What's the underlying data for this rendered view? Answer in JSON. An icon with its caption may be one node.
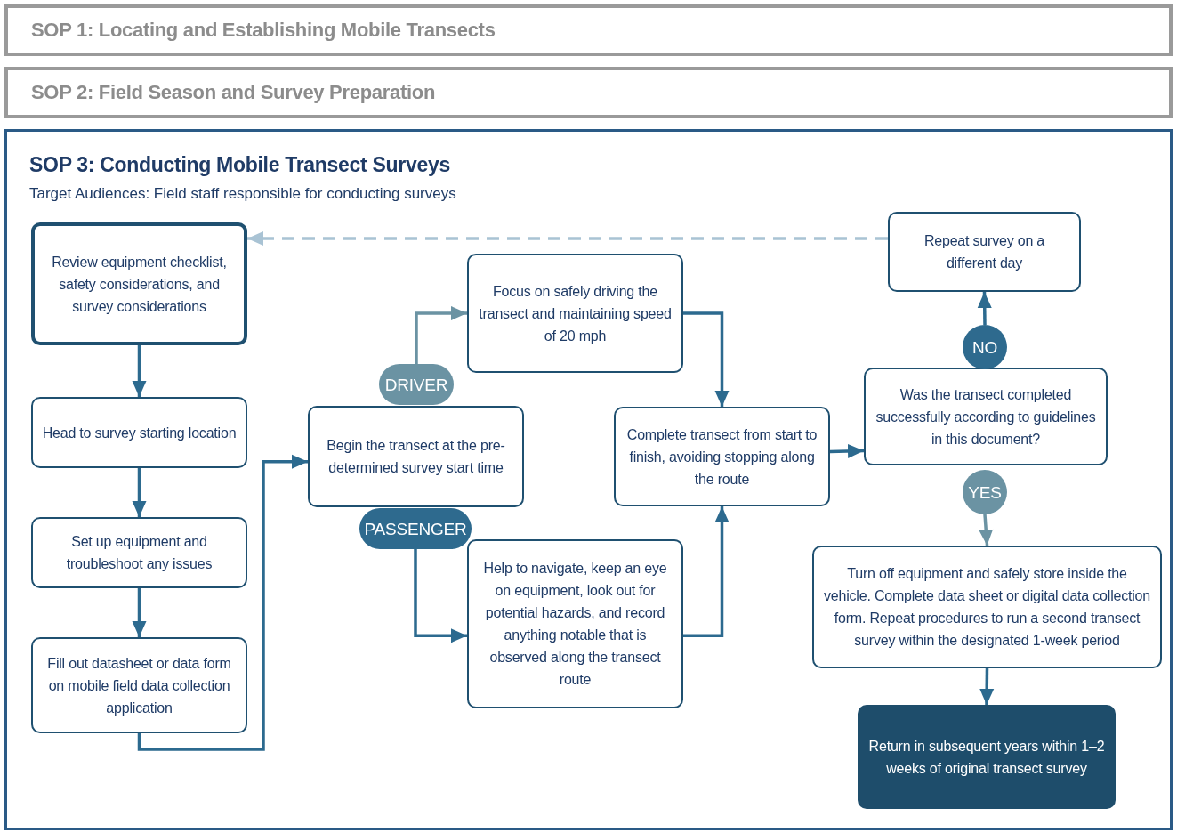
{
  "diagram": {
    "nodes": [
      {
        "text": [
          "SOP 1: Locating and Establishing Mobile Transects"
        ]
      },
      {
        "text": [
          "SOP 2: Field Season and Survey Preparation"
        ]
      },
      {
        "text": [
          "SOP 3: Conducting Mobile Transect Surveys",
          "Target Audiences: Field staff responsible for conducting surveys"
        ]
      },
      {
        "text": [
          "Review equipment checklist, safety considerations, and survey considerations"
        ],
        "in": 2
      },
      {
        "text": [
          "Head to survey starting location"
        ],
        "in": 2
      },
      {
        "text": [
          "Set up equipment and troubleshoot any issues"
        ],
        "in": 2
      },
      {
        "text": [
          "Fill out datasheet or data form on mobile field data collection application"
        ],
        "in": 2
      },
      {
        "text": [
          "Begin the transect at the pre-determined survey start time"
        ],
        "in": 2
      },
      {
        "text": [
          "DRIVER"
        ],
        "in": 2
      },
      {
        "text": [
          "PASSENGER"
        ],
        "in": 2
      },
      {
        "text": [
          "Focus on safely driving the transect and maintaining speed of 20 mph"
        ],
        "in": 2
      },
      {
        "text": [
          "Help to navigate, keep an eye on equipment, look out for potential hazards, and record anything notable that is observed along the transect route"
        ],
        "in": 2
      },
      {
        "text": [
          "Complete transect from start to finish, avoiding stopping along the route"
        ],
        "in": 2
      },
      {
        "text": [
          "Was the transect completed successfully according to guidelines in this document?"
        ],
        "in": 2
      },
      {
        "text": [
          "NO"
        ],
        "in": 2
      },
      {
        "text": [
          "Repeat survey on a different day"
        ],
        "in": 2
      },
      {
        "text": [
          "YES"
        ],
        "in": 2
      },
      {
        "text": [
          "Turn off equipment and safely store inside the vehicle. Complete data sheet or digital data collection form. Repeat procedures to run a second transect survey within the designated 1-week period"
        ],
        "in": 2
      },
      {
        "text": [
          "Return in subsequent years within 1–2 weeks of original transect survey"
        ],
        "in": 2
      }
    ],
    "edges": [
      {
        "from": 3,
        "to": 4,
        "arrow": "to"
      },
      {
        "from": 4,
        "to": 5,
        "arrow": "to"
      },
      {
        "from": 5,
        "to": 6,
        "arrow": "to"
      },
      {
        "from": 6,
        "to": 7,
        "arrow": "to"
      },
      {
        "from": 8,
        "to": 10,
        "arrow": "to",
        "color": "#6b93a3"
      },
      {
        "from": 9,
        "to": 11,
        "arrow": "to"
      },
      {
        "from": 10,
        "to": 12,
        "arrow": "to"
      },
      {
        "from": 11,
        "to": 12,
        "arrow": "to"
      },
      {
        "from": 12,
        "to": 13,
        "arrow": "to"
      },
      {
        "from": 14,
        "to": 15,
        "arrow": "to"
      },
      {
        "from": 16,
        "to": 17,
        "arrow": "to",
        "color": "#6b93a3"
      },
      {
        "from": 17,
        "to": 18,
        "arrow": "to"
      },
      {
        "from": 15,
        "to": 3,
        "arrow": "to",
        "style": "dashed",
        "color": "#a9c3d4"
      }
    ]
  }
}
